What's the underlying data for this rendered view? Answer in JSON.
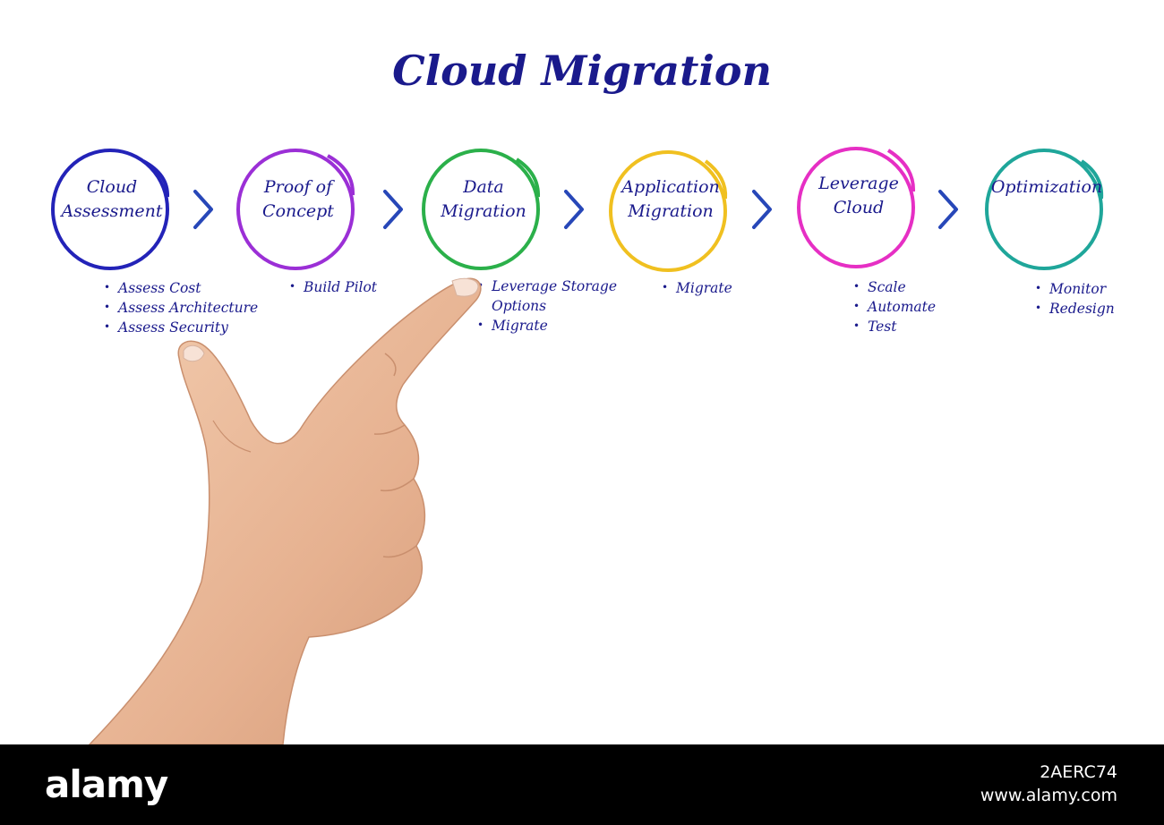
{
  "title": "Cloud Migration",
  "steps": [
    {
      "label": "Cloud\nAssessment",
      "color": "#2323b8",
      "bullets": [
        "Assess Cost",
        "Assess Architecture",
        "Assess Security"
      ]
    },
    {
      "label": "Proof of\nConcept",
      "color": "#9b2fd6",
      "bullets": [
        "Build Pilot"
      ]
    },
    {
      "label": "Data\nMigration",
      "color": "#2bb04a",
      "bullets": [
        "Leverage Storage\nOptions",
        "Migrate"
      ]
    },
    {
      "label": "Application\nMigration",
      "color": "#f0c020",
      "bullets": [
        "Migrate"
      ]
    },
    {
      "label": "Leverage\nCloud",
      "color": "#e62fc4",
      "bullets": [
        "Scale",
        "Automate",
        "Test"
      ]
    },
    {
      "label": "Optimization",
      "color": "#1fa69a",
      "bullets": [
        "Monitor",
        "Redesign"
      ]
    }
  ],
  "arrow_color": "#2747b8",
  "footer": {
    "logo": "alamy",
    "image_code": "2AERC74",
    "site": "www.alamy.com"
  }
}
